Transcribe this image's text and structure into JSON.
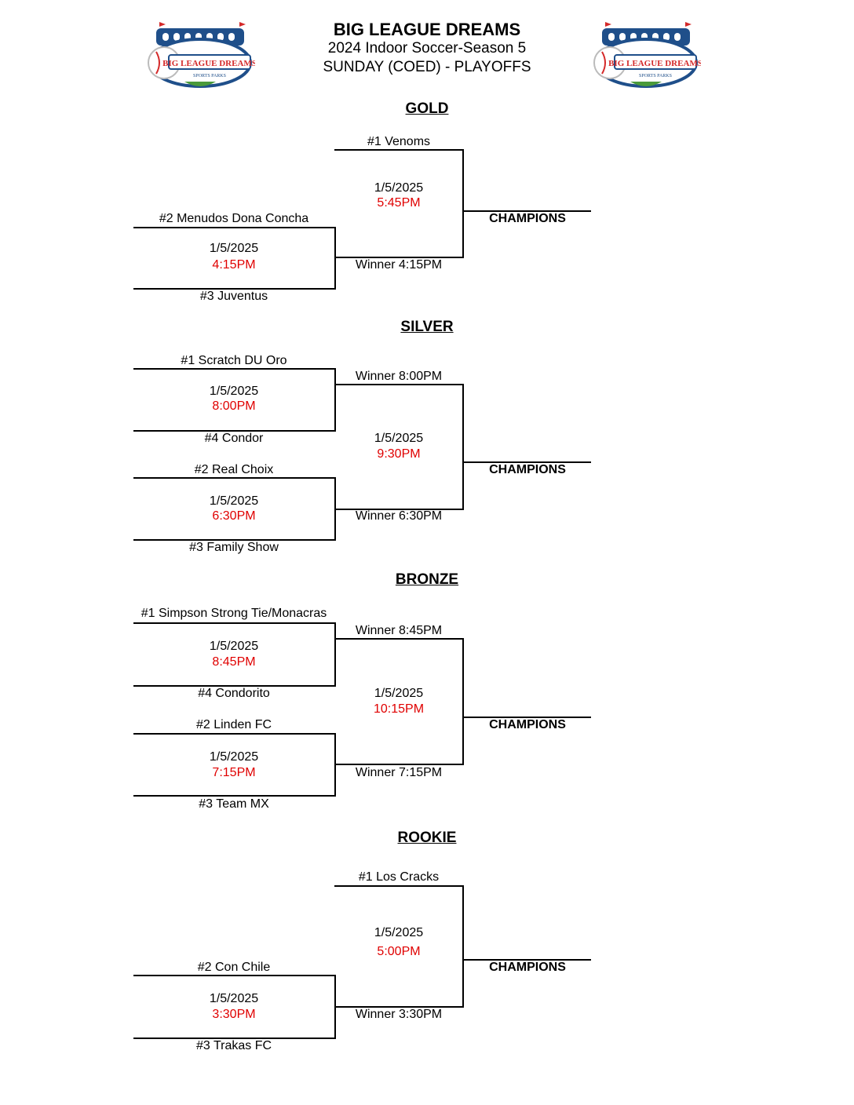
{
  "header": {
    "title": "BIG LEAGUE DREAMS",
    "subtitle1": "2024 Indoor Soccer-Season 5",
    "subtitle2": "SUNDAY (COED) - PLAYOFFS",
    "logo_text": "BIG LEAGUE DREAMS",
    "logo_subtext": "SPORTS PARKS"
  },
  "colors": {
    "time": "#e00000",
    "logo_red": "#d42a2a",
    "logo_blue": "#1f4f8a"
  },
  "gold": {
    "heading": "GOLD",
    "seed1": "#1 Venoms",
    "final_date": "1/5/2025",
    "final_time": "5:45PM",
    "champions": "CHAMPIONS",
    "semi_top": "#2 Menudos Dona Concha",
    "semi_date": "1/5/2025",
    "semi_time": "4:15PM",
    "semi_bottom": "#3 Juventus",
    "winner": "Winner 4:15PM"
  },
  "silver": {
    "heading": "SILVER",
    "m1_top": "#1 Scratch DU Oro",
    "m1_date": "1/5/2025",
    "m1_time": "8:00PM",
    "m1_bottom": "#4 Condor",
    "m2_top": "#2 Real Choix",
    "m2_date": "1/5/2025",
    "m2_time": "6:30PM",
    "m2_bottom": "#3 Family Show",
    "winner_top": "Winner 8:00PM",
    "winner_bottom": "Winner 6:30PM",
    "final_date": "1/5/2025",
    "final_time": "9:30PM",
    "champions": "CHAMPIONS"
  },
  "bronze": {
    "heading": "BRONZE",
    "m1_top": "#1 Simpson Strong Tie/Monacras",
    "m1_date": "1/5/2025",
    "m1_time": "8:45PM",
    "m1_bottom": "#4 Condorito",
    "m2_top": "#2 Linden FC",
    "m2_date": "1/5/2025",
    "m2_time": "7:15PM",
    "m2_bottom": "#3 Team MX",
    "winner_top": "Winner 8:45PM",
    "winner_bottom": "Winner 7:15PM",
    "final_date": "1/5/2025",
    "final_time": "10:15PM",
    "champions": "CHAMPIONS"
  },
  "rookie": {
    "heading": "ROOKIE",
    "seed1": "#1 Los Cracks",
    "final_date": "1/5/2025",
    "final_time": "5:00PM",
    "champions": "CHAMPIONS",
    "semi_top": "#2 Con Chile",
    "semi_date": "1/5/2025",
    "semi_time": "3:30PM",
    "semi_bottom": "#3 Trakas FC",
    "winner": "Winner 3:30PM"
  }
}
